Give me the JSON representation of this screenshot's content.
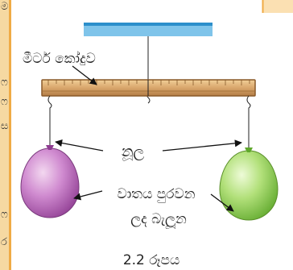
{
  "labels": {
    "meter_ruler": "මීටර් කෝදුව",
    "thread": "නූල",
    "balloon_line1": "වාතය පුරවන",
    "balloon_line2": "ලද බැලූන",
    "caption": "2.2 රූපය"
  },
  "left_strip_glyphs": [
    "ම",
    "ෆ",
    "ෆ",
    "ස",
    "ෆ",
    "ර"
  ],
  "colors": {
    "left_strip": "#f6d9a2",
    "right_strip": "#fbe0b2",
    "border": "#f0ab45",
    "ceiling": "#7fc4ea",
    "ruler": "#d9a66c",
    "balloon_left": "#b35cb0",
    "balloon_right": "#8fcc4a"
  }
}
